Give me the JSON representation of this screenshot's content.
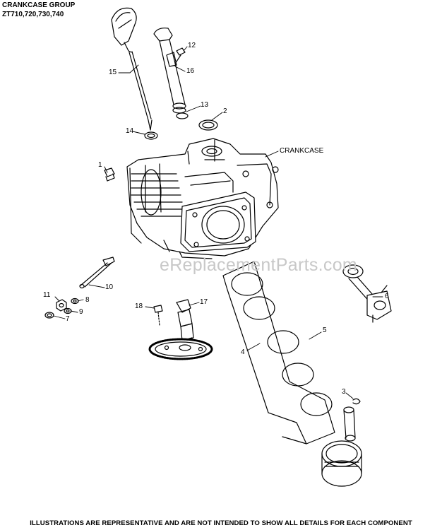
{
  "header": {
    "title": "CRANKCASE GROUP",
    "models": "ZT710,720,730,740"
  },
  "watermark": "eReplacementParts.com",
  "footer_note": "ILLUSTRATIONS ARE REPRESENTATIVE AND ARE NOT INTENDED TO SHOW ALL DETAILS FOR EACH COMPONENT",
  "labels": {
    "crankcase": "CRANKCASE",
    "n1": "1",
    "n2": "2",
    "n3": "3",
    "n4": "4",
    "n5": "5",
    "n6": "6",
    "n7": "7",
    "n8": "8",
    "n9": "9",
    "n10": "10",
    "n11": "11",
    "n12": "12",
    "n13": "13",
    "n14": "14",
    "n15": "15",
    "n16": "16",
    "n17": "17",
    "n18": "18"
  }
}
